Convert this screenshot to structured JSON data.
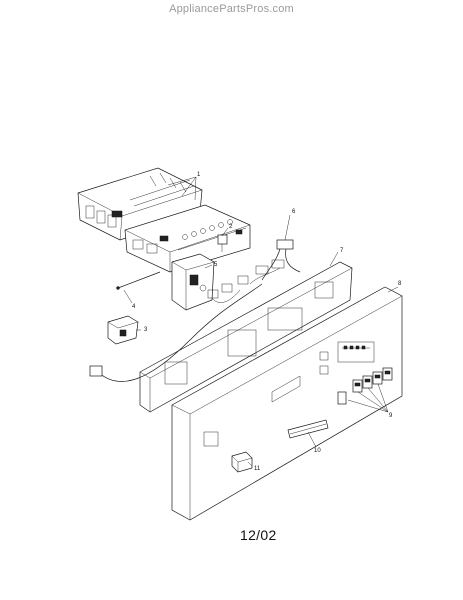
{
  "watermark": "AppliancePartsPros.com",
  "date_code": "12/02",
  "parts": {
    "p1": "1",
    "p2": "2",
    "p3": "3",
    "p4": "4",
    "p5": "5",
    "p6": "6",
    "p7": "7",
    "p8": "8",
    "p9": "9",
    "p10": "10",
    "p11": "11"
  }
}
